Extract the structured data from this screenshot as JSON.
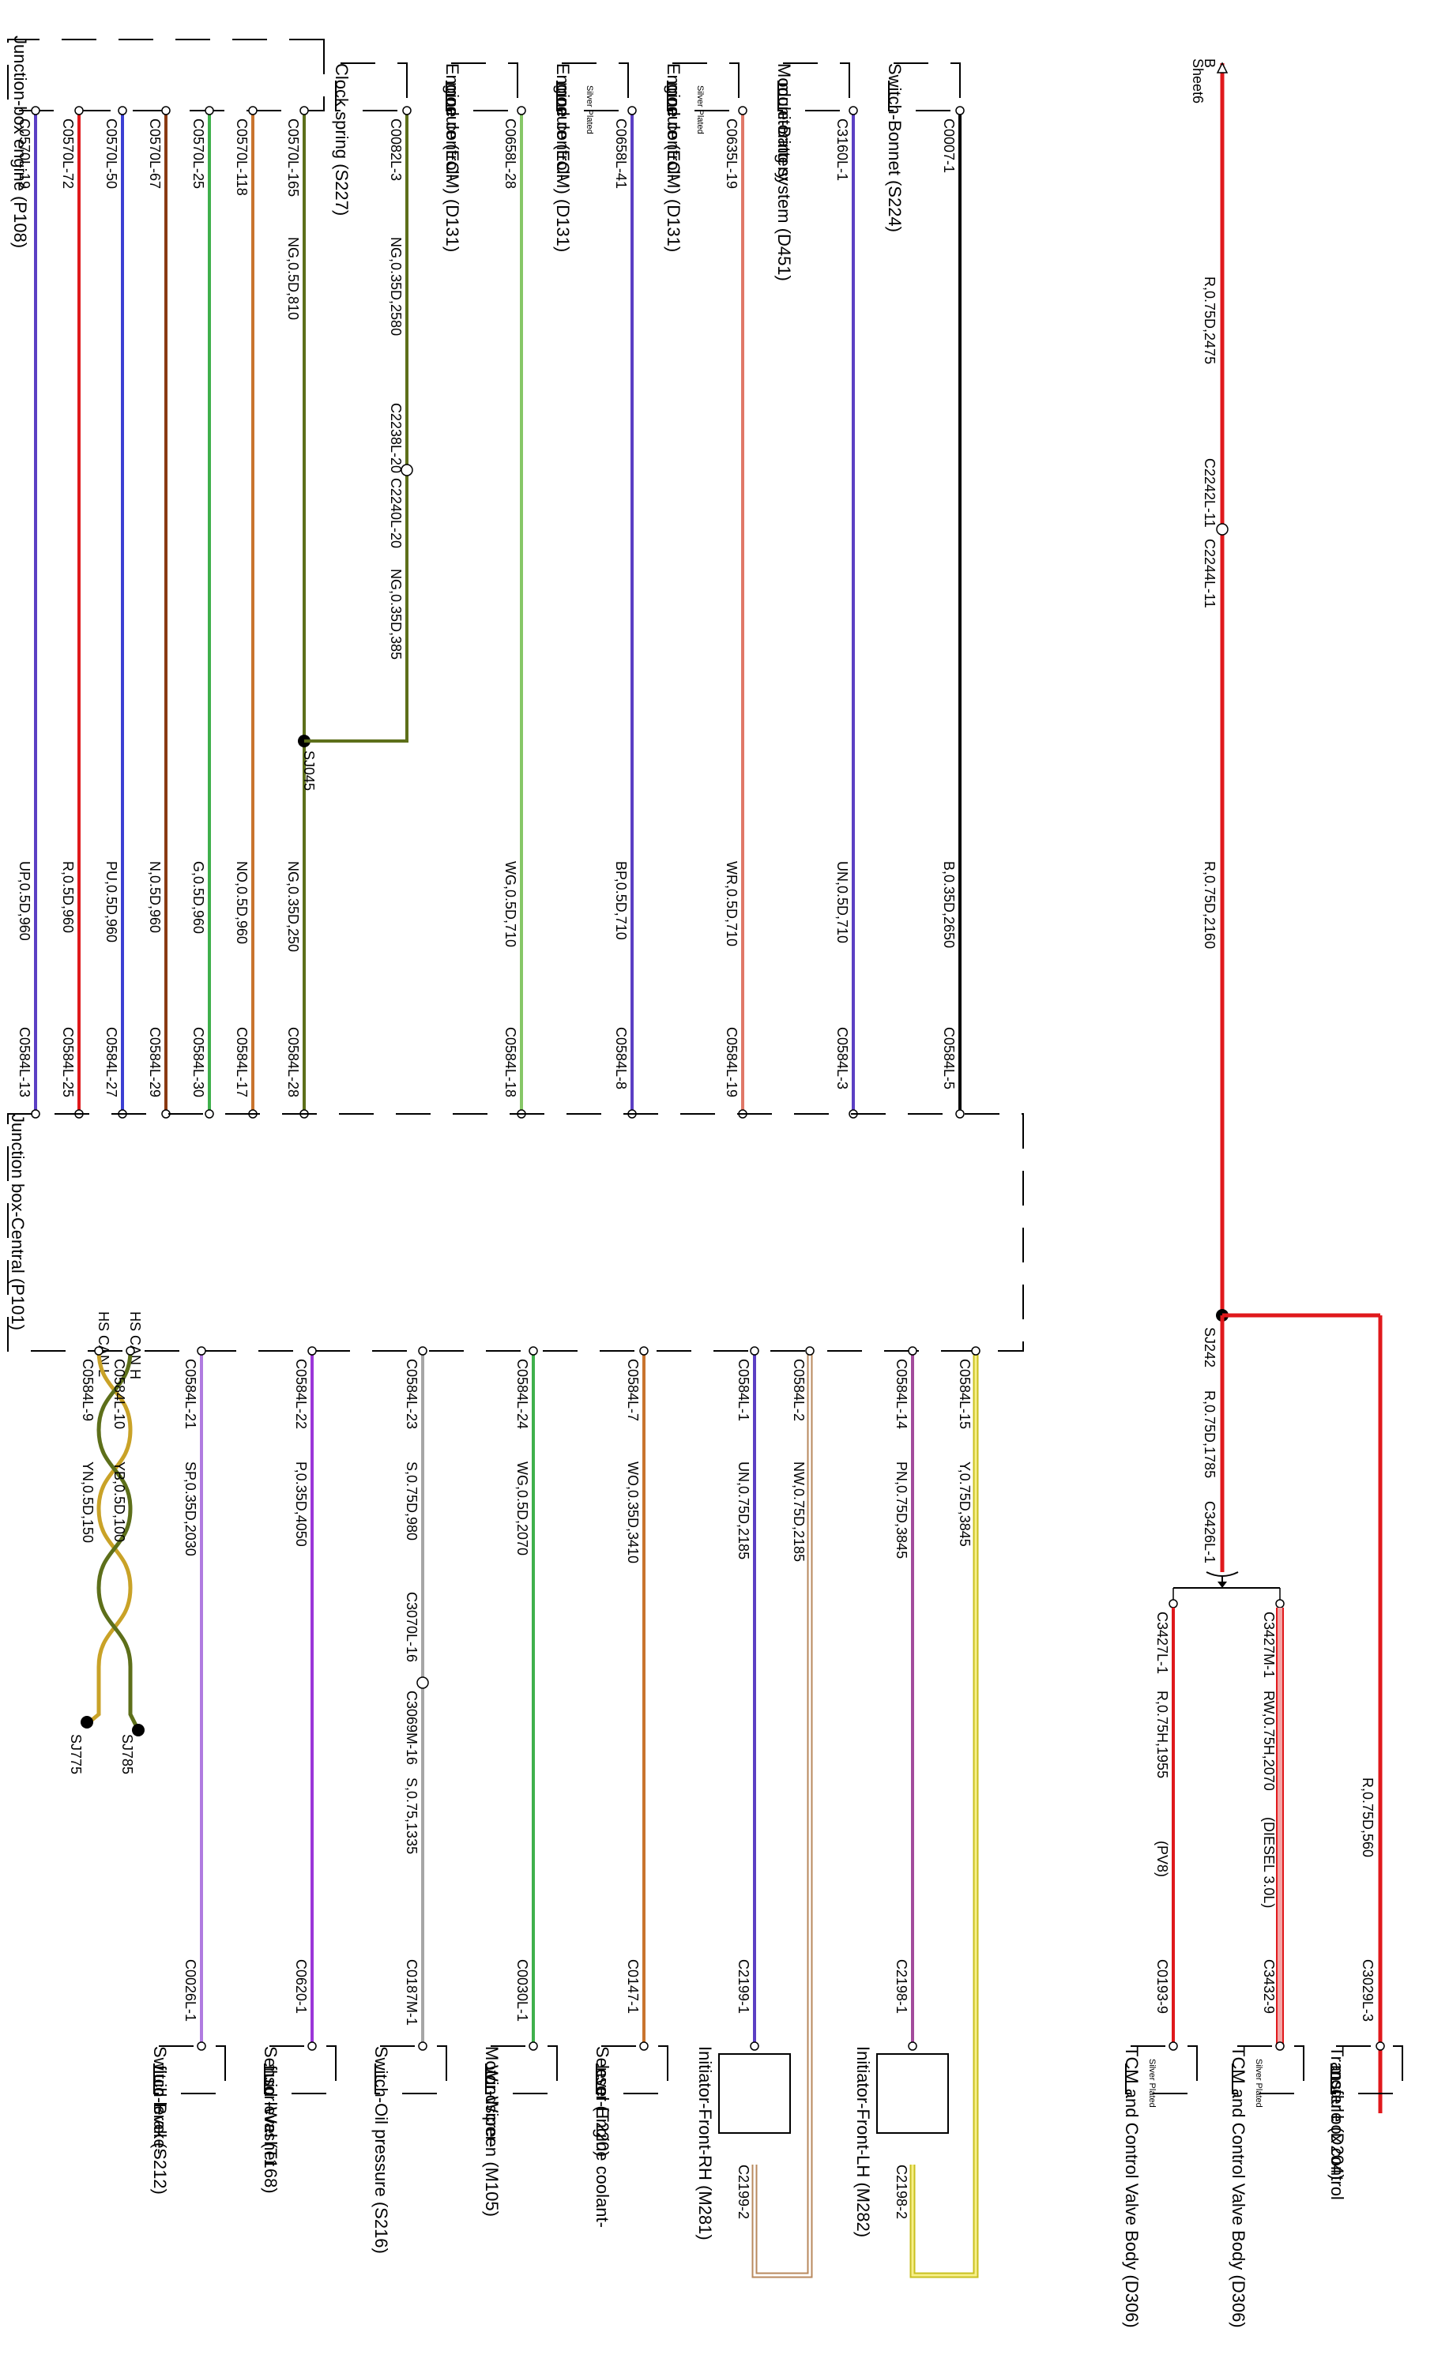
{
  "colors": {
    "red": "#e0191c",
    "violet": "#5b3fc4",
    "purple": "#9b36d8",
    "brown": "#b8662e",
    "green": "#3fb04c",
    "olive": "#5d6f1a",
    "lightgreen": "#86c767",
    "salmon": "#e07868",
    "black": "#000000",
    "yellow": "#f0e82a",
    "magenta": "#a34b9c",
    "tan": "#b8895e",
    "grey": "#a6a6a6",
    "lilac": "#b07be0",
    "gold": "#c9a227",
    "pink": "#f3a6a6"
  },
  "junction_box_engine": {
    "name": "Junction-box engine (P108)"
  },
  "junction_box_central": {
    "name": "Junction box-Central (P101)",
    "hs_can_l": "HS CAN L",
    "hs_can_h": "HS CAN H"
  },
  "sheet_ref": {
    "letter": "B",
    "sheet": "Sheet6"
  },
  "wires": [
    {
      "from": "C0570L-19",
      "spec": "UP,0.5D,960",
      "to": "C0584L-13",
      "color": "violet"
    },
    {
      "from": "C0570L-72",
      "spec": "R,0.5D,960",
      "to": "C0584L-25",
      "color": "red"
    },
    {
      "from": "C0570L-50",
      "spec": "PU,0.5D,960",
      "to": "C0584L-27",
      "color": "violet"
    },
    {
      "from": "C0570L-67",
      "spec": "N,0.5D,960",
      "to": "C0584L-29",
      "color": "brown"
    },
    {
      "from": "C0570L-25",
      "spec": "G,0.5D,960",
      "to": "C0584L-30",
      "color": "green"
    },
    {
      "from": "C0570L-118",
      "spec": "NO,0.5D,960",
      "to": "C0584L-17",
      "color": "brown"
    },
    {
      "from": "C0570L-165",
      "spec": "NG,0.5D,810",
      "to": "C0584L-28",
      "color": "olive",
      "spec2": "NG,0.35D,250"
    },
    {
      "from": "C0658L-28",
      "spec": "WG,0.5D,710",
      "to": "C0584L-18",
      "color": "lightgreen"
    },
    {
      "from": "C0658L-41",
      "spec": "BP,0.5D,710",
      "to": "C0584L-8",
      "color": "violet"
    },
    {
      "from": "C0635L-19",
      "spec": "WR,0.5D,710",
      "to": "C0584L-19",
      "color": "salmon"
    },
    {
      "from": "C3160L-1",
      "spec": "UN,0.5D,710",
      "to": "C0584L-3",
      "color": "violet"
    },
    {
      "from": "C0007-1",
      "spec": "B,0.35D,2650",
      "to": "C0584L-5",
      "color": "black"
    }
  ],
  "clock_spring": {
    "pin": "C0082L-3",
    "spec1": "NG,0.35D,2580",
    "inline": "C2238L-20",
    "inline2": "C2240L-20",
    "spec2": "NG,0.35D,385",
    "splice": "SJ045"
  },
  "top_components": [
    {
      "name": "Clock spring (S227)"
    },
    {
      "name1": "Engine control-",
      "name2": "module (ECM) (D131)"
    },
    {
      "name1": "Engine control-",
      "name2": "module (ECM) (D131)",
      "note": "Silver Plated"
    },
    {
      "name1": "Engine control-",
      "name2": "module (ECM) (D131)",
      "note": "Silver Plated"
    },
    {
      "name1": "Module-Battery",
      "name2": "monitoring system (D451)"
    },
    {
      "name": "Switch-Bonnet (S224)"
    }
  ],
  "red_feed": {
    "spec1": "R,0.75D,2475",
    "inline1": "C2242L-11",
    "inline2": "C2244L-11",
    "spec2": "R,0.75D,2160",
    "splice": "SJ242",
    "spec3": "R,0.75D,1785",
    "inline3": "C3426L-1"
  },
  "tcm": [
    {
      "pin": "C3427L-1",
      "spec": "R,0.75H,1955",
      "note": "(PV8)",
      "to": "C0193-9",
      "name": "TCM and Control Valve Body (D306)",
      "plate": "Silver Plated"
    },
    {
      "pin": "C3427M-1",
      "spec": "RW,0.75H,2070",
      "note": "(DIESEL 3.0L)",
      "to": "C3432-9",
      "name": "TCM and Control Valve Body (D306)",
      "plate": "Silver Plated"
    }
  ],
  "transfer_box": {
    "spec": "R,0.75D,560",
    "to": "C3029L-3",
    "name1": "Transfer box control",
    "name2": "module (D204)"
  },
  "can_bus": {
    "pin1": "C0584L-9",
    "spec1": "YN,0.5D,150",
    "splice1": "SJ775",
    "pin2": "C0584L-10",
    "spec2": "YB,0.5D,100",
    "splice2": "SJ785"
  },
  "bottom_wires": [
    {
      "pin": "C0584L-21",
      "spec": "SP,0.35D,2030",
      "to": "C0026L-1",
      "name1": "Switch-Brake-",
      "name2": "fluid level (S212)",
      "color": "lilac"
    },
    {
      "pin": "C0584L-22",
      "spec": "P,0.35D,4050",
      "to": "C0620-1",
      "name1": "Sensor-Washer",
      "name2": "fluid level (T168)",
      "color": "purple"
    },
    {
      "pin": "C0584L-23",
      "spec": "S,0.75D,980",
      "inline1": "C3070L-16",
      "inline2": "C3069M-16",
      "spec2": "S,0.75,1335",
      "to": "C0187M-1",
      "name1": "Switch-Oil pressure (S216)",
      "color": "grey"
    },
    {
      "pin": "C0584L-24",
      "spec": "WG,0.5D,2070",
      "to": "C0030L-1",
      "name1": "Motor-Wiper-",
      "name2": "Windscreen (M105)",
      "color": "green"
    },
    {
      "pin": "C0584L-7",
      "spec": "WO,0.35D,3410",
      "to": "C0147-1",
      "name1": "Sensor-Engine coolant-",
      "name2": "level (T220)",
      "color": "tan"
    }
  ],
  "initiators": [
    {
      "pin": "C0584L-1",
      "spec": "UN,0.75D,2185",
      "to": "C2199-1",
      "to2": "C2199-2",
      "return_pin": "C0584L-2",
      "return_spec": "NW,0.75D,2185",
      "name": "Initiator-Front-RH (M281)",
      "color": "violet",
      "return_color": "tan"
    },
    {
      "pin": "C0584L-14",
      "spec": "PN,0.75D,3845",
      "to": "C2198-1",
      "to2": "C2198-2",
      "return_pin": "C0584L-15",
      "return_spec": "Y,0.75D,3845",
      "name": "Initiator-Front-LH (M282)",
      "color": "magenta",
      "return_color": "yellow"
    }
  ]
}
